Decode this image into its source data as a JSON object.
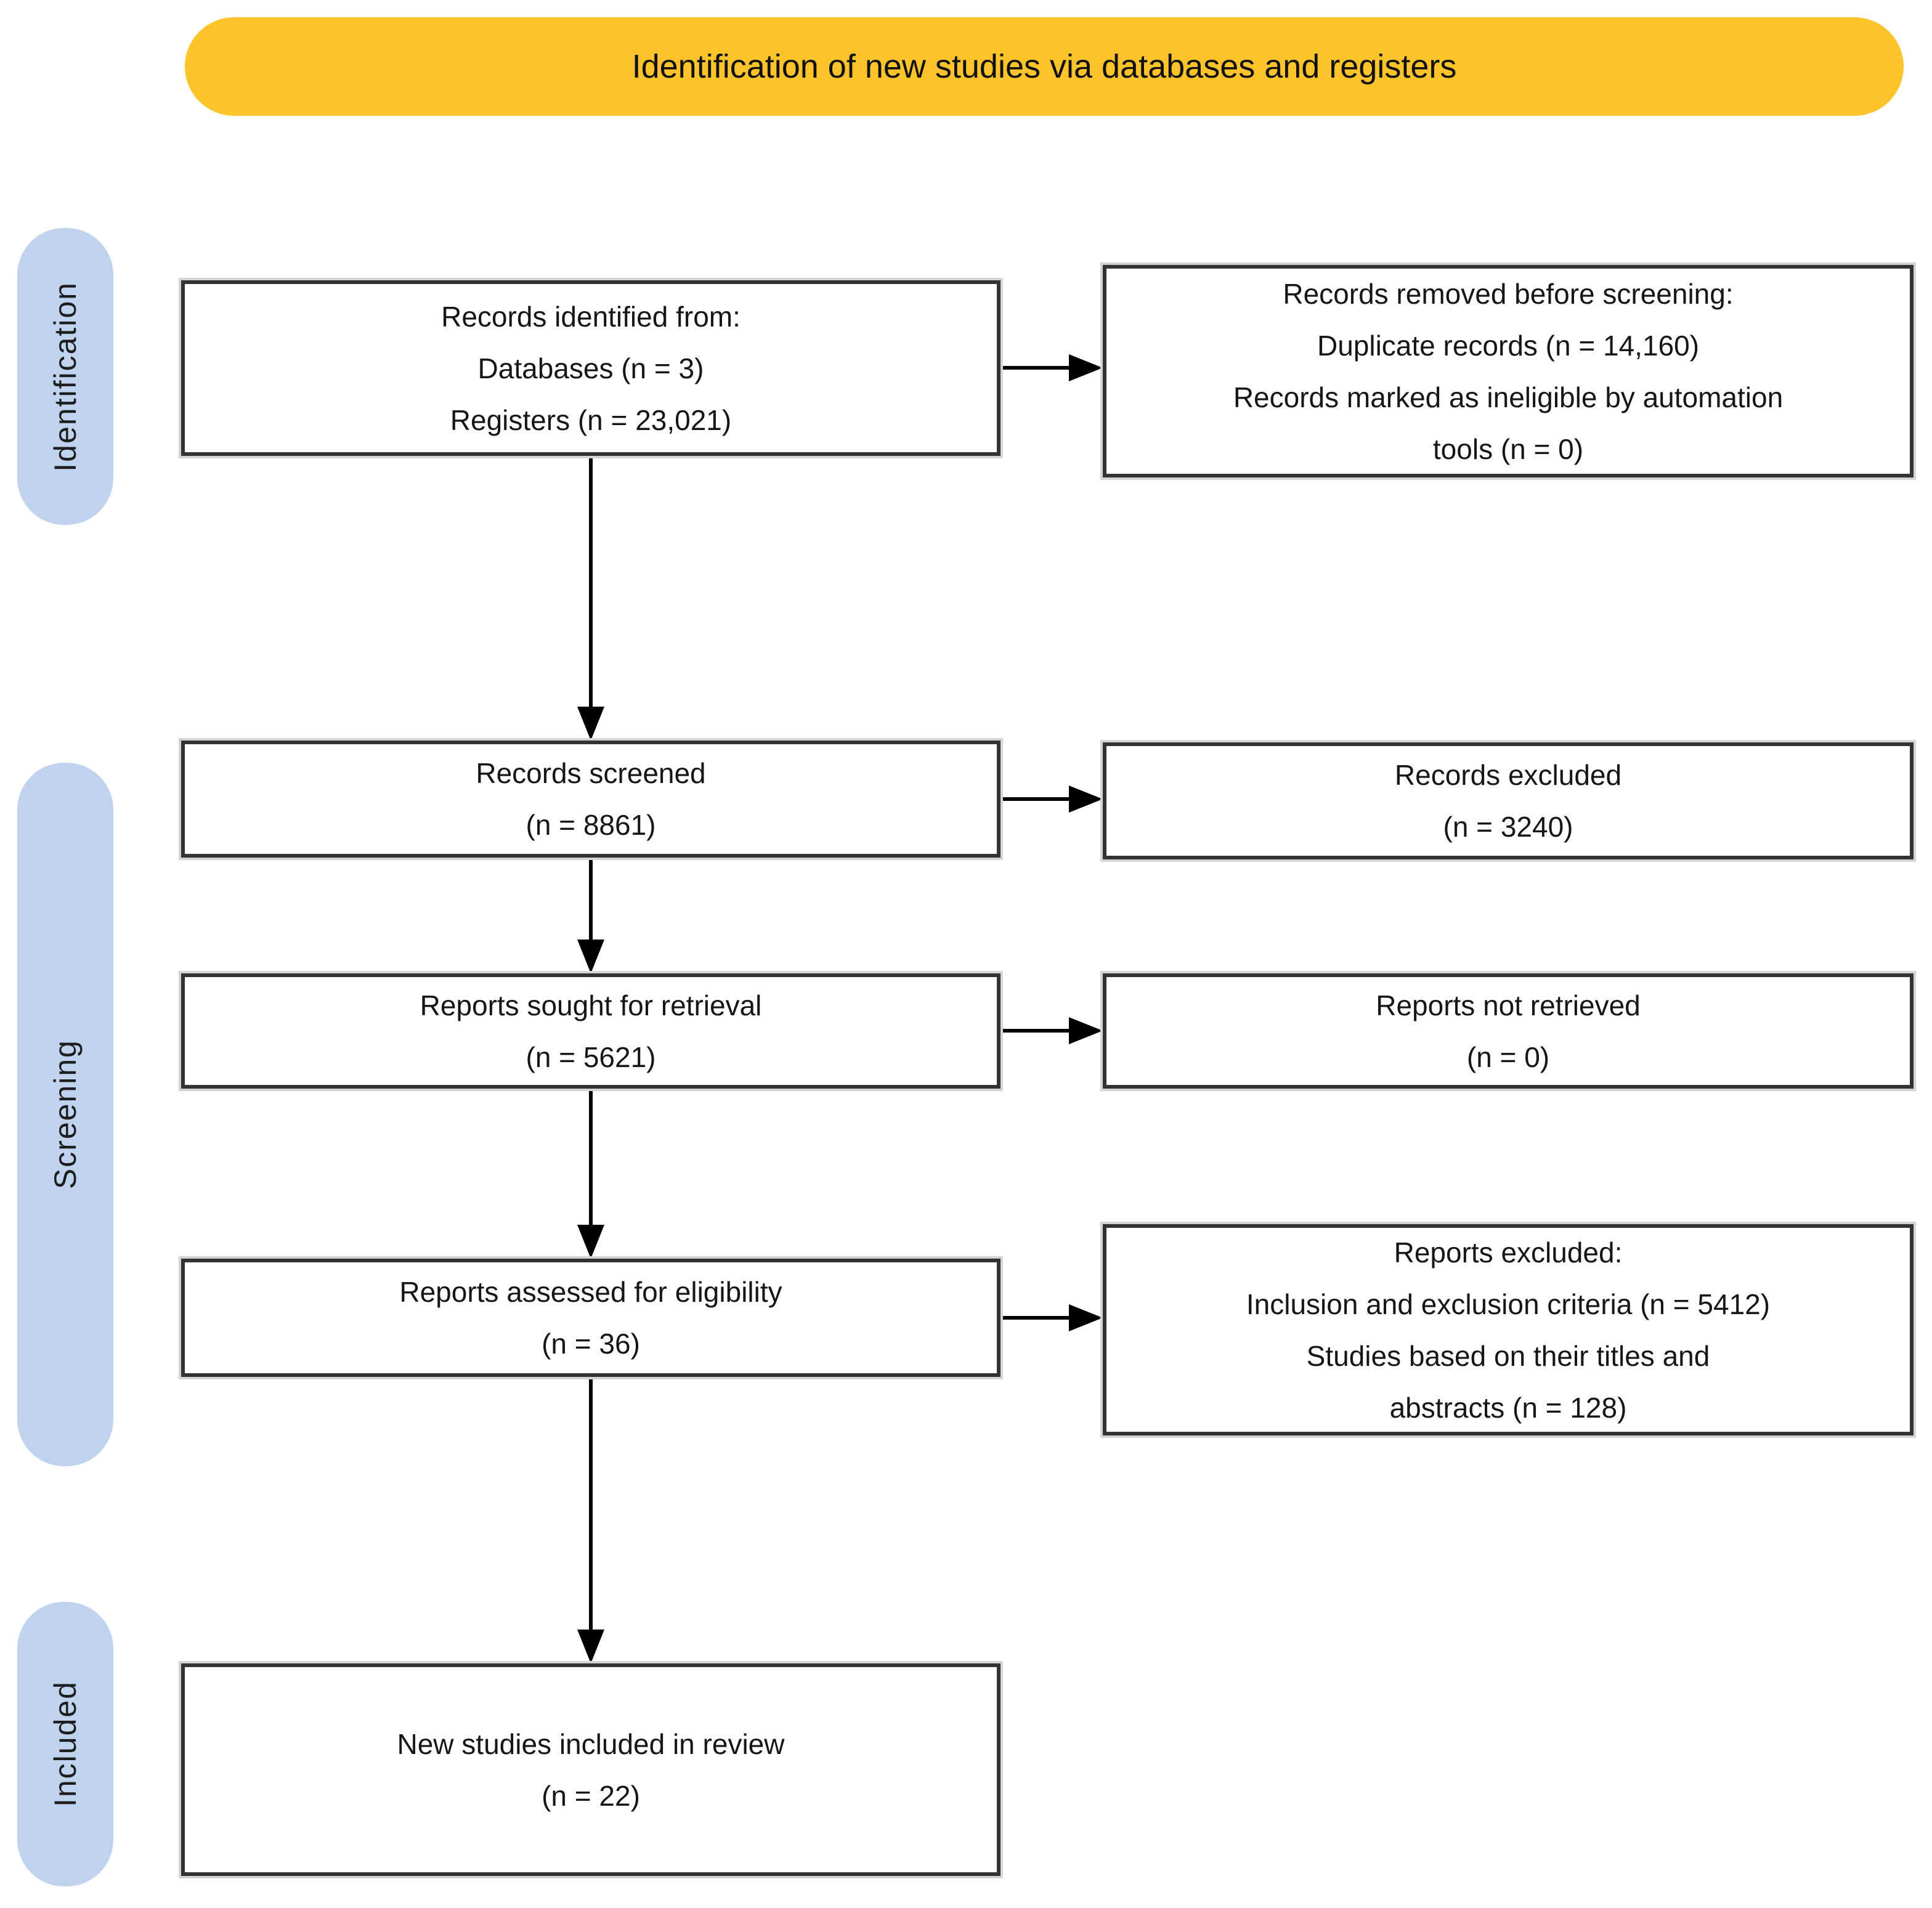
{
  "banner": {
    "text": "Identification of new studies via databases and registers",
    "bg_color": "#FDC32B"
  },
  "stages": [
    {
      "id": "identification",
      "label": "Identification"
    },
    {
      "id": "screening",
      "label": "Screening"
    },
    {
      "id": "included",
      "label": "Included"
    }
  ],
  "stage_bg_color": "#BFD3EF",
  "boxes": {
    "records_identified": {
      "lines": [
        "Records identified from:",
        "Databases (n = 3)",
        "Registers (n = 23,021)"
      ]
    },
    "records_removed": {
      "lines": [
        "Records removed before screening:",
        "Duplicate records (n = 14,160)",
        "Records marked as ineligible by automation",
        "tools (n = 0)"
      ]
    },
    "records_screened": {
      "lines": [
        "Records screened",
        "(n = 8861)"
      ]
    },
    "records_excluded": {
      "lines": [
        "Records excluded",
        "(n = 3240)"
      ]
    },
    "reports_sought": {
      "lines": [
        "Reports sought for retrieval",
        "(n = 5621)"
      ]
    },
    "reports_not_retrieved": {
      "lines": [
        "Reports not retrieved",
        "(n = 0)"
      ]
    },
    "reports_assessed": {
      "lines": [
        "Reports assessed for eligibility",
        "(n = 36)"
      ]
    },
    "reports_excluded": {
      "lines": [
        "Reports excluded:",
        "Inclusion and exclusion criteria (n = 5412)",
        "Studies based on their titles and",
        "abstracts (n = 128)"
      ]
    },
    "new_studies_included": {
      "lines": [
        "New studies included in review",
        "(n = 22)"
      ]
    }
  },
  "colors": {
    "box_border": "#333333",
    "arrow": "#000000",
    "text": "#161616"
  }
}
